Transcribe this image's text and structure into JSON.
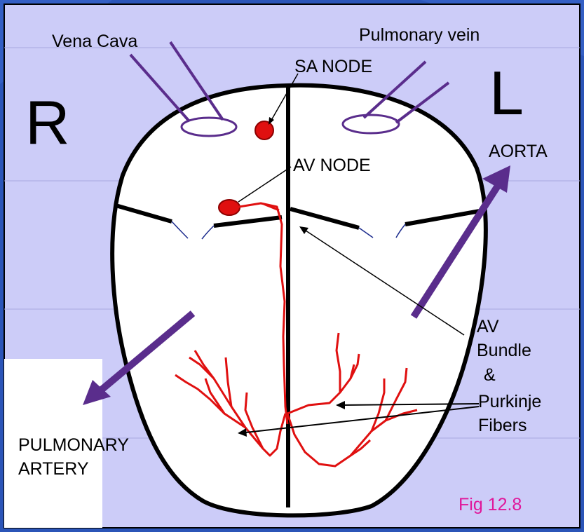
{
  "labels": {
    "vena_cava": "Vena Cava",
    "pulmonary_vein": "Pulmonary vein",
    "sa_node": "SA NODE",
    "right": "R",
    "left": "L",
    "av_node": "AV NODE",
    "aorta": "AORTA",
    "av_bundle_line1": "AV",
    "av_bundle_line2": "Bundle",
    "amp": "&",
    "purkinje_line1": "Purkinje",
    "purkinje_line2": "Fibers",
    "pulmonary_artery_line1": "PULMONARY",
    "pulmonary_artery_line2": "ARTERY",
    "figure_number": "Fig 12.8"
  },
  "colors": {
    "slide_background": "#2b55b8",
    "panel": "#ccccf8",
    "heart_fill": "#ffffff",
    "outline": "#000000",
    "vessel": "#5a2d8c",
    "conduction": "#e01010",
    "figure_label": "#e0179a"
  }
}
